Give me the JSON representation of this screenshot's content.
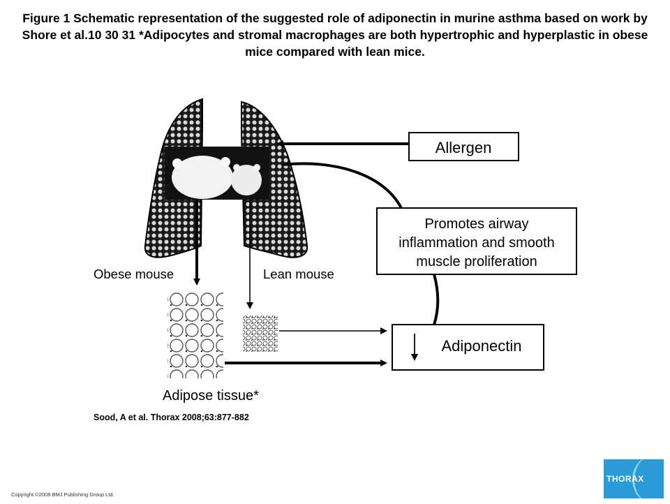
{
  "caption": "Figure 1 Schematic representation of the suggested role of adiponectin in murine asthma based on work by Shore et al.10 30 31 *Adipocytes and stromal macrophages are both hypertrophic and hyperplastic in obese mice compared with lean mice.",
  "diagram": {
    "allergen": "Allergen",
    "promotes_line1": "Promotes airway",
    "promotes_line2": "inflammation and smooth",
    "promotes_line3": "muscle proliferation",
    "adiponectin": "Adiponectin",
    "obese_mouse": "Obese mouse",
    "lean_mouse": "Lean mouse",
    "adipose_tissue": "Adipose tissue*"
  },
  "citation": "Sood, A et al. Thorax 2008;63:877-882",
  "copyright": "Copyright ©2008 BMJ Publishing Group Ltd.",
  "logo": {
    "text": "THORAX",
    "color": "#2a9bd6"
  }
}
